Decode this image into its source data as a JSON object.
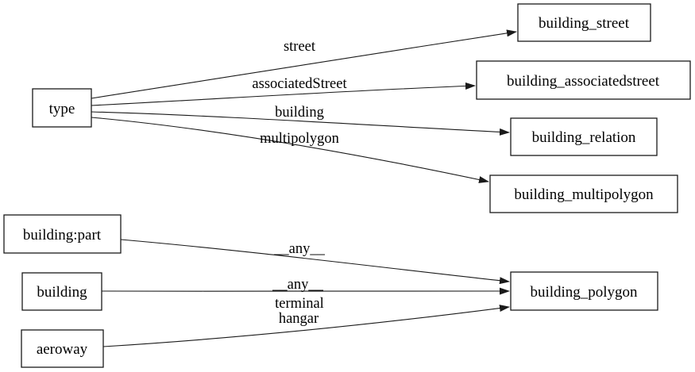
{
  "diagram": {
    "title": "OSM building tag to table mapping graph",
    "colors": {
      "background": "#ffffff",
      "node_fill": "#ffffff",
      "stroke": "#1a1a1a",
      "text": "#000000"
    },
    "nodes": {
      "type": {
        "label": "type"
      },
      "building_street": {
        "label": "building_street"
      },
      "building_associatedstreet": {
        "label": "building_associatedstreet"
      },
      "building_relation": {
        "label": "building_relation"
      },
      "building_multipolygon": {
        "label": "building_multipolygon"
      },
      "building_part": {
        "label": "building:part"
      },
      "building": {
        "label": "building"
      },
      "aeroway": {
        "label": "aeroway"
      },
      "building_polygon": {
        "label": "building_polygon"
      }
    },
    "edges": {
      "type_street": {
        "from": "type",
        "to": "building_street",
        "label": "street"
      },
      "type_associatedstreet": {
        "from": "type",
        "to": "building_associatedstreet",
        "label": "associatedStreet"
      },
      "type_building": {
        "from": "type",
        "to": "building_relation",
        "label": "building"
      },
      "type_multipolygon": {
        "from": "type",
        "to": "building_multipolygon",
        "label": "multipolygon"
      },
      "buildingpart_any": {
        "from": "building:part",
        "to": "building_polygon",
        "label": "__any__"
      },
      "building_any": {
        "from": "building",
        "to": "building_polygon",
        "label": "__any__"
      },
      "aeroway_terminal_hangar": {
        "from": "aeroway",
        "to": "building_polygon",
        "label_line1": "terminal",
        "label_line2": "hangar"
      }
    }
  }
}
